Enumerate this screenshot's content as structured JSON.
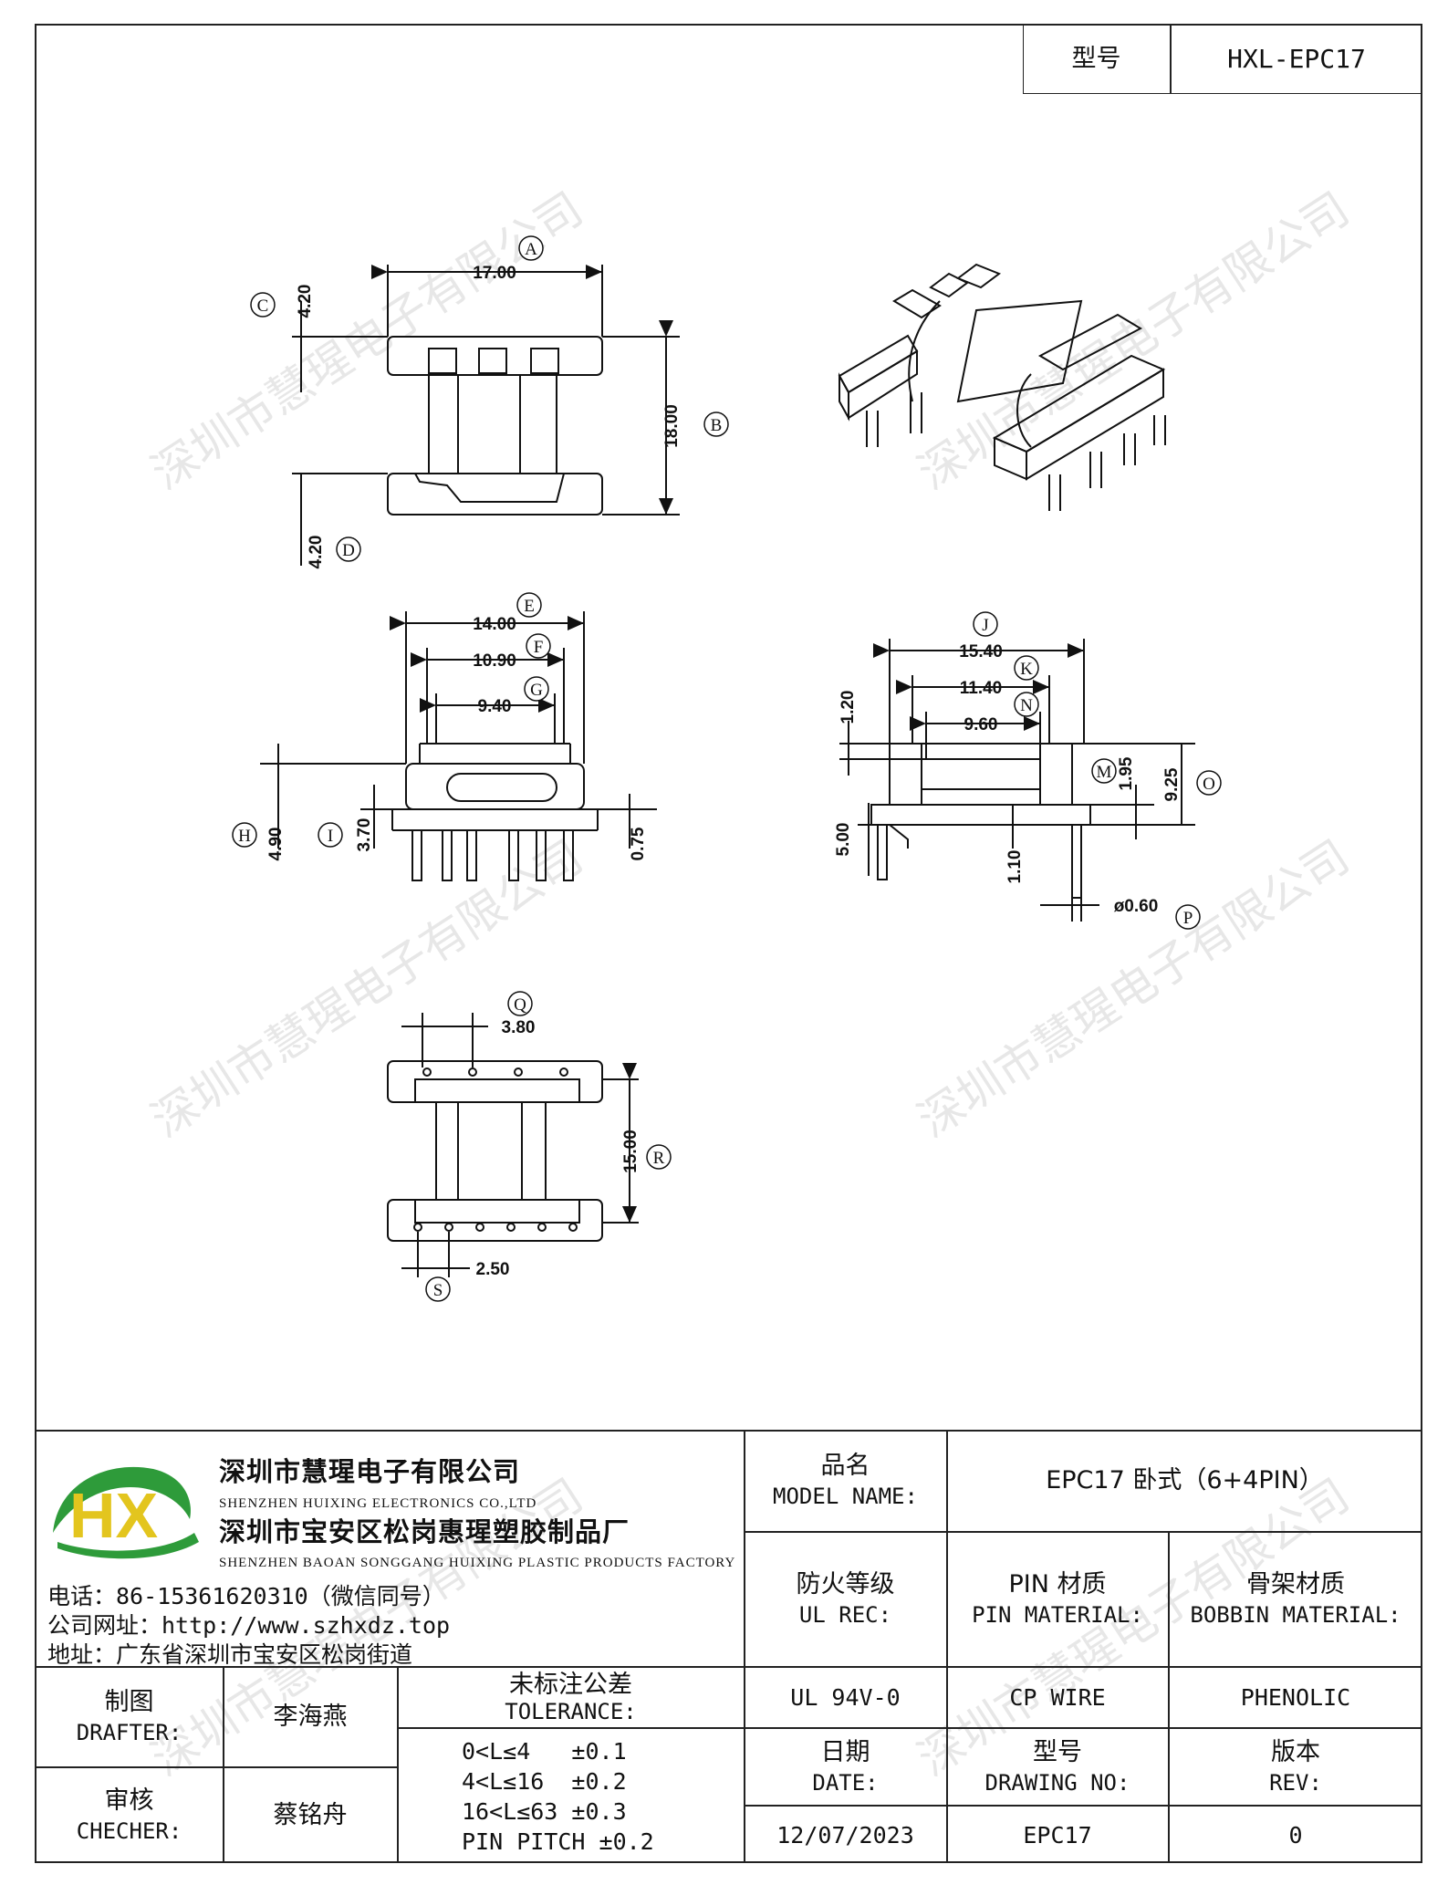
{
  "header": {
    "type_label": "型号",
    "type_value": "HXL-EPC17"
  },
  "dimensions": {
    "A": {
      "label": "A",
      "value": "17.00"
    },
    "B": {
      "label": "B",
      "value": "18.00"
    },
    "C": {
      "label": "C",
      "value": "4.20"
    },
    "D": {
      "label": "D",
      "value": "4.20"
    },
    "E": {
      "label": "E",
      "value": "14.00"
    },
    "F": {
      "label": "F",
      "value": "10.90"
    },
    "G": {
      "label": "G",
      "value": "9.40"
    },
    "H": {
      "label": "H",
      "value": "4.90"
    },
    "I": {
      "label": "I",
      "value": "3.70"
    },
    "I_pin": {
      "value": "0.75"
    },
    "J": {
      "label": "J",
      "value": "15.40"
    },
    "K": {
      "label": "K",
      "value": "11.40"
    },
    "N": {
      "label": "N",
      "value": "9.60"
    },
    "L": {
      "value": "1.20"
    },
    "M": {
      "label": "M",
      "value": "1.95"
    },
    "O": {
      "label": "O",
      "value": "9.25"
    },
    "side_height": {
      "value": "5.00"
    },
    "side_step": {
      "value": "1.10"
    },
    "P": {
      "label": "P",
      "value": "ø0.60"
    },
    "Q": {
      "label": "Q",
      "value": "3.80"
    },
    "R": {
      "label": "R",
      "value": "15.00"
    },
    "S": {
      "label": "S",
      "value": "2.50"
    }
  },
  "watermark_text": "深圳市慧瑆电子有限公司",
  "company": {
    "name_zh_1": "深圳市慧瑆电子有限公司",
    "name_en_1": "SHENZHEN HUIXING ELECTRONICS CO.,LTD",
    "name_zh_2": "深圳市宝安区松岗惠瑆塑胶制品厂",
    "name_en_2": "SHENZHEN BAOAN SONGGANG HUIXING PLASTIC PRODUCTS FACTORY",
    "phone": "电话：86-15361620310（微信同号）",
    "website": "公司网址：http://www.szhxdz.top",
    "address": "地址：广东省深圳市宝安区松岗街道",
    "logo_text": "HX",
    "logo_colors": {
      "green": "#2e9b3a",
      "yellow": "#e3c51e"
    }
  },
  "title_block": {
    "model_name_zh": "品名",
    "model_name_en": "MODEL NAME:",
    "model_name_value": "EPC17 卧式（6+4PIN）",
    "ul_zh": "防火等级",
    "ul_en": "UL REC:",
    "pin_zh": "PIN 材质",
    "pin_en": "PIN MATERIAL:",
    "bobbin_zh": "骨架材质",
    "bobbin_en": "BOBBIN MATERIAL:",
    "drafter_zh": "制图",
    "drafter_en": "DRAFTER:",
    "drafter_value": "李海燕",
    "tolerance_zh": "未标注公差",
    "tolerance_en": "TOLERANCE:",
    "ul_value": "UL 94V-0",
    "pin_value": "CP WIRE",
    "bobbin_value": "PHENOLIC",
    "checker_zh": "审核",
    "checker_en": "CHECHER:",
    "checker_value": "蔡铭舟",
    "tolerance_lines": [
      "0<L≤4   ±0.1",
      "4<L≤16  ±0.2",
      "16<L≤63 ±0.3",
      "PIN PITCH ±0.2"
    ],
    "date_zh": "日期",
    "date_en": "DATE:",
    "drawing_zh": "型号",
    "drawing_en": "DRAWING NO:",
    "rev_zh": "版本",
    "rev_en": "REV:",
    "date_value": "12/07/2023",
    "drawing_value": "EPC17",
    "rev_value": "0"
  }
}
